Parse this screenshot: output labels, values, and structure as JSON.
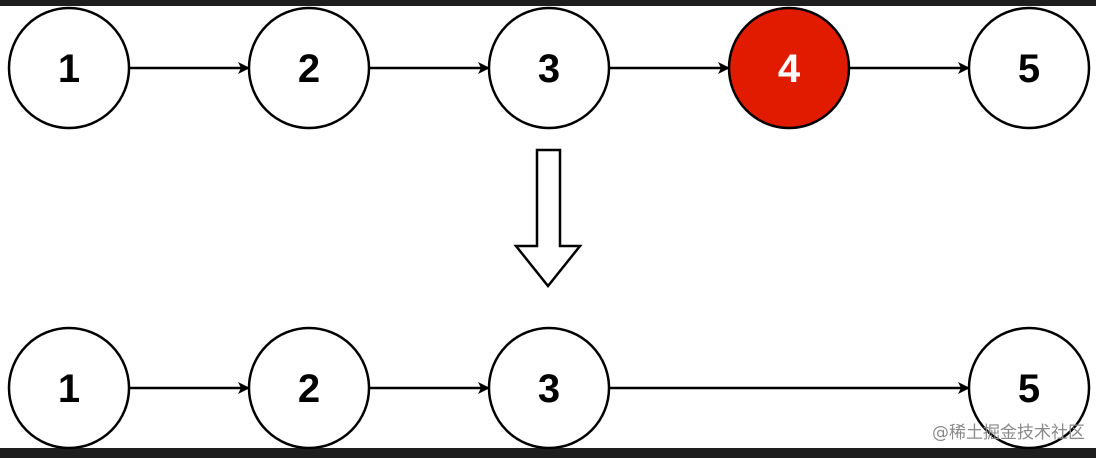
{
  "colors": {
    "background_dark": "#1e1e1e",
    "panel": "#ffffff",
    "node_fill": "#ffffff",
    "node_stroke": "#000000",
    "highlight_fill": "#e01b00",
    "highlight_text": "#ffffff",
    "text": "#000000",
    "watermark_text": "#8a8a8a"
  },
  "before_list": {
    "nodes": [
      {
        "label": "1",
        "highlighted": false
      },
      {
        "label": "2",
        "highlighted": false
      },
      {
        "label": "3",
        "highlighted": false
      },
      {
        "label": "4",
        "highlighted": true
      },
      {
        "label": "5",
        "highlighted": false
      }
    ]
  },
  "after_list": {
    "nodes": [
      {
        "label": "1"
      },
      {
        "label": "2"
      },
      {
        "label": "3"
      },
      {
        "label": "5"
      }
    ]
  },
  "watermark": "@稀土掘金技术社区"
}
